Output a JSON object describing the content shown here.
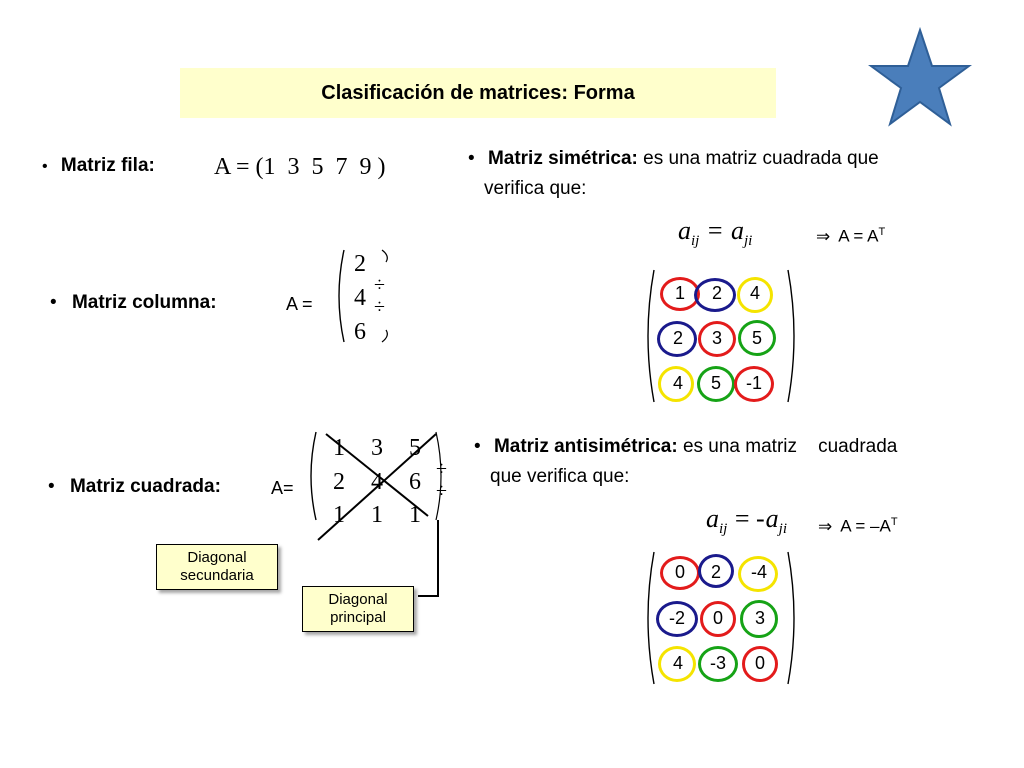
{
  "title": "Clasificación de matrices: Forma",
  "bullet": "•",
  "fila": {
    "label": "Matriz fila:",
    "formula": "A = (1  3  5  7  9 )"
  },
  "columna": {
    "label": "Matriz columna:",
    "prefix": "A =",
    "values": [
      "2",
      "4",
      "6"
    ],
    "dots": [
      "÷",
      "÷"
    ]
  },
  "cuadrada": {
    "label": "Matriz cuadrada:",
    "prefix": "A=",
    "rows": [
      [
        "1",
        "3",
        "5"
      ],
      [
        "2",
        "4",
        "6"
      ],
      [
        "1",
        "1",
        "1"
      ]
    ],
    "dots": [
      "÷",
      "÷"
    ],
    "box_secundaria": [
      "Diagonal",
      "secundaria"
    ],
    "box_principal": [
      "Diagonal",
      "principal"
    ]
  },
  "simetrica": {
    "label": "Matriz simétrica:",
    "text1": "es una matriz cuadrada que",
    "text2": "verifica que:",
    "eq_left": "a",
    "eq_left_sub": "ij",
    "eq_op": "=",
    "eq_right": "a",
    "eq_right_sub": "ji",
    "implies": "⇒",
    "result": "A = A",
    "result_sup": "T",
    "rows": [
      [
        "1",
        "2",
        "4"
      ],
      [
        "2",
        "3",
        "5"
      ],
      [
        "4",
        "5",
        "-1"
      ]
    ]
  },
  "antisimetrica": {
    "label": "Matriz antisimétrica:",
    "text1": "es una matriz    cuadrada",
    "text2": "que verifica que:",
    "eq_left": "a",
    "eq_left_sub": "ij",
    "eq_op": "= -",
    "eq_right": "a",
    "eq_right_sub": "ji",
    "implies": "⇒",
    "result": "A = –A",
    "result_sup": "T",
    "rows": [
      [
        "0",
        "2",
        "-4"
      ],
      [
        "-2",
        "0",
        "3"
      ],
      [
        "4",
        "-3",
        "0"
      ]
    ]
  },
  "colors": {
    "title_bg": "#ffffcc",
    "star": "#4a7ebb",
    "red": "#e31b1b",
    "navy": "#1a1a8c",
    "yellow": "#f5e400",
    "green": "#16a316"
  }
}
